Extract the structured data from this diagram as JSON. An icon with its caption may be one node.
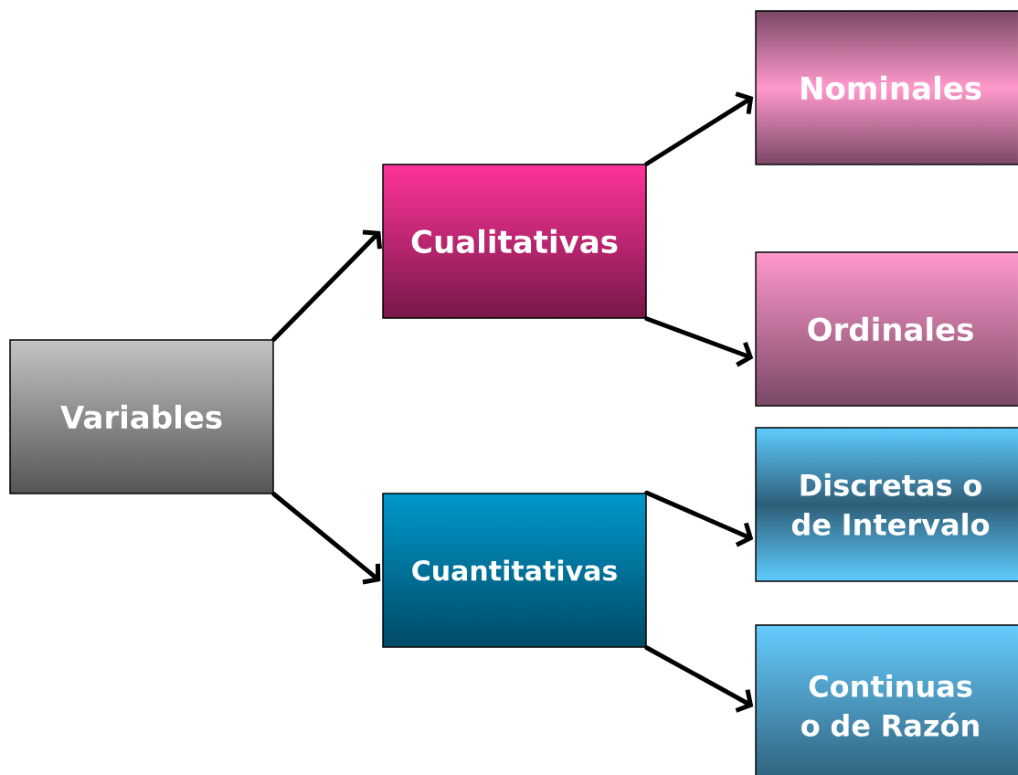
{
  "diagram": {
    "nodes": [
      {
        "text": [
          "Variables"
        ]
      },
      {
        "text": [
          "Cualitativas"
        ]
      },
      {
        "text": [
          "Cuantitativas"
        ]
      },
      {
        "text": [
          "Nominales"
        ]
      },
      {
        "text": [
          "Ordinales"
        ]
      },
      {
        "text": [
          "Discretas o de Intervalo"
        ]
      },
      {
        "text": [
          "Continuas o de Razón"
        ]
      }
    ],
    "edges": [
      {
        "from": 0,
        "to": 1,
        "arrow": "to"
      },
      {
        "from": 0,
        "to": 2,
        "arrow": "to"
      },
      {
        "from": 1,
        "to": 3,
        "arrow": "to"
      },
      {
        "from": 1,
        "to": 4,
        "arrow": "to"
      },
      {
        "from": 2,
        "to": 5,
        "arrow": "to"
      },
      {
        "from": 2,
        "to": 6,
        "arrow": "to"
      }
    ]
  }
}
